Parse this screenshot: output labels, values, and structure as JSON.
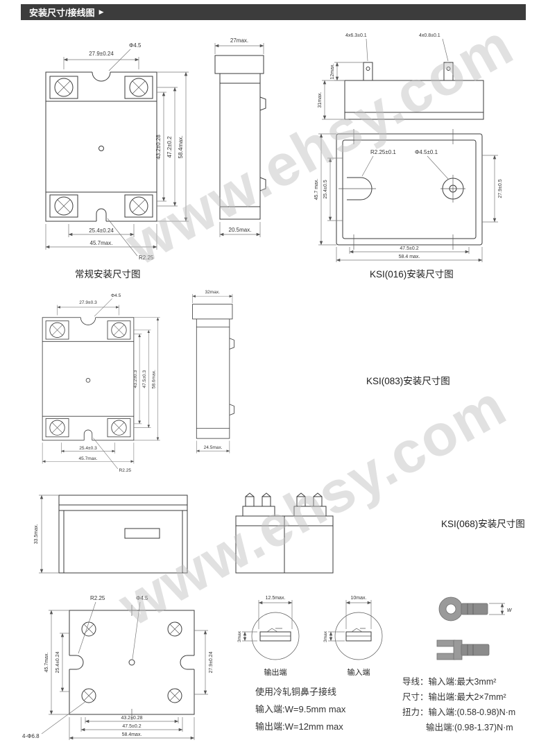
{
  "header": {
    "title": "安装尺寸/接线图",
    "arrow": "▶"
  },
  "watermark": "www.ehsy.com",
  "labels": {
    "standard": "常规安装尺寸图",
    "ksi016": "KSI(016)安装尺寸图",
    "ksi083": "KSI(083)安装尺寸图",
    "ksi068": "KSI(068)安装尺寸图"
  },
  "front1": {
    "top": "27.9±0.24",
    "hole": "Φ4.5",
    "d1": "43.2±0.28",
    "d2": "47.2±0.2",
    "d3": "58.4max.",
    "b1": "25.4±0.24",
    "b2": "45.7max.",
    "r": "R2.25"
  },
  "side1": {
    "top": "27max.",
    "bottom": "20.5max."
  },
  "ksi016_top": {
    "tab1": "4x6.3±0.1",
    "tab2": "4x0.8±0.1",
    "v1": "12max.",
    "v2": "31max."
  },
  "ksi016_bottom": {
    "r": "R2.25±0.1",
    "hole": "Φ4.5±0.1",
    "v1": "45.7 max.",
    "v2": "25.4±0.5",
    "v3": "27.9±0.5",
    "b1": "47.5±0.2",
    "b2": "58.4 max."
  },
  "front2": {
    "top": "27.9±0.3",
    "hole": "Φ4.5",
    "d1": "43.2±0.3",
    "d2": "47.5±0.3",
    "d3": "58.6max.",
    "b1": "25.4±0.3",
    "b2": "45.7max.",
    "r": "R2.25"
  },
  "side2": {
    "top": "32max.",
    "bottom": "24.5max."
  },
  "profile": {
    "v1": "33.5max."
  },
  "bottomview": {
    "r": "R2.25",
    "hole": "Φ4.5",
    "v1": "45.7max.",
    "v2": "25.4±0.24",
    "v3": "27.9±0.24",
    "corner": "4-Φ6.8",
    "b1": "43.2±0.28",
    "b2": "47.5±0.2",
    "b3": "58.4max."
  },
  "terminals": {
    "left_dim": "12.5max.",
    "right_dim": "10max.",
    "left_h": "3max",
    "right_h": "3max",
    "left_label": "输出端",
    "right_label": "输入端"
  },
  "wire_note": {
    "line1": "使用冷轧铜鼻子接线",
    "line2": "输入端:W=9.5mm  max",
    "line3": "输出端:W=12mm  max"
  },
  "lug": {
    "w": "w"
  },
  "specs": {
    "line1": "导线：输入端:最大3mm²",
    "line2": "尺寸：输出端:最大2×7mm²",
    "line3": "扭力：输入端:(0.58-0.98)N·m",
    "line4": "输出端:(0.98-1.37)N·m"
  }
}
